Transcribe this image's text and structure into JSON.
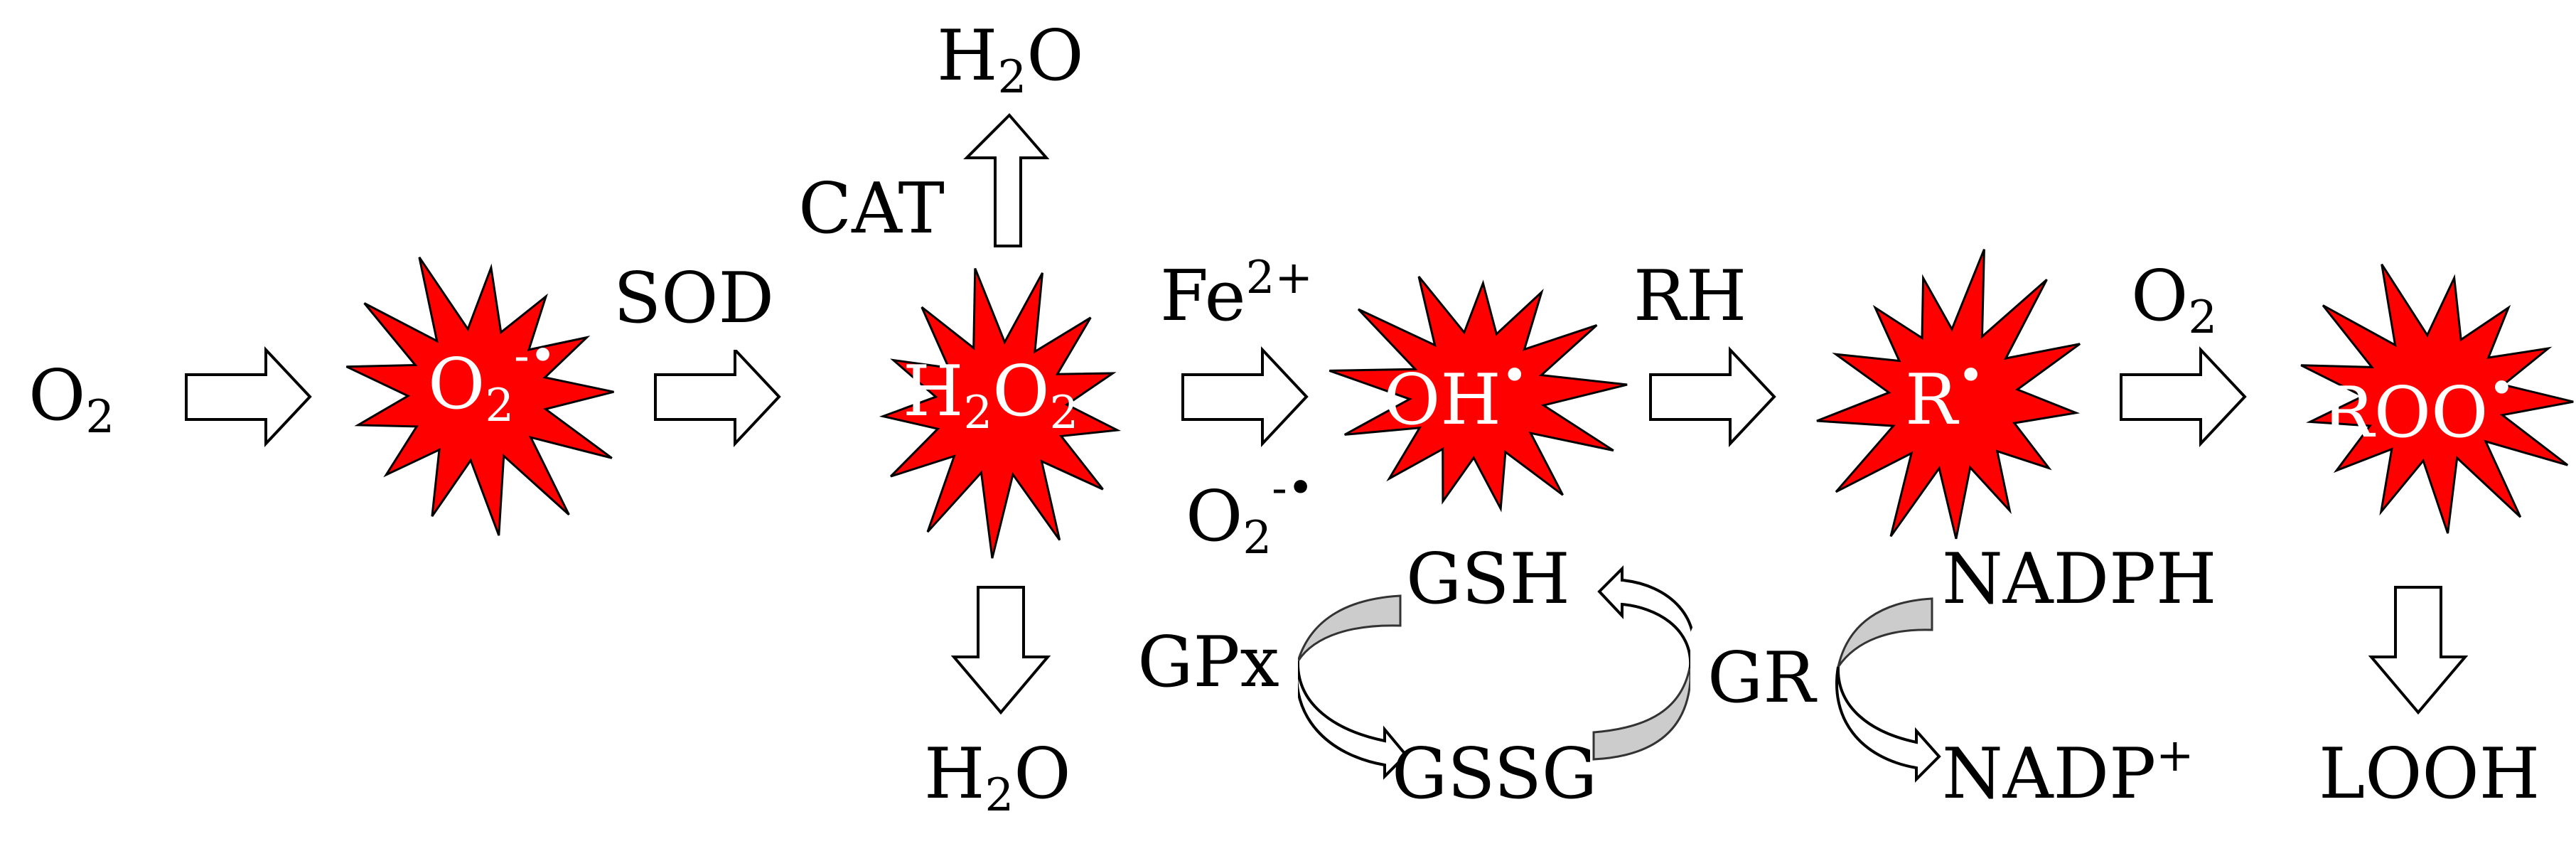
{
  "colors": {
    "radical_fill": "#ff0000",
    "enzyme_border": "#e8141b",
    "cycle_gray": "#cccccc",
    "text": "#000000",
    "text_on_radical": "#ffffff"
  },
  "species": {
    "o2_start": {
      "main": "O",
      "sub": "2"
    },
    "superoxide": {
      "main": "O",
      "sub": "2",
      "sup": "-•"
    },
    "h2o2": {
      "a": "H",
      "sub1": "2",
      "b": "O",
      "sub2": "2"
    },
    "hydroxyl": {
      "main": "OH",
      "sup": "•"
    },
    "alkyl": {
      "main": "R",
      "sup": "•"
    },
    "peroxyl": {
      "main": "ROO",
      "sup": "•"
    }
  },
  "reagents": {
    "fe": {
      "main": "Fe",
      "sup": "2+"
    },
    "o2_radical": {
      "main": "O",
      "sub": "2",
      "sup": "-•"
    },
    "rh": "RH",
    "o2_top": {
      "main": "O",
      "sub": "2"
    }
  },
  "products": {
    "water_top": {
      "a": "H",
      "sub": "2",
      "b": "O"
    },
    "water_bottom": {
      "a": "H",
      "sub": "2",
      "b": "O"
    },
    "looh": "LOOH"
  },
  "enzymes": {
    "sod": "SOD",
    "cat": "CAT",
    "gpx": "GPx",
    "gr": "GR"
  },
  "glutathione_cycle": {
    "gsh": "GSH",
    "gssg": "GSSG",
    "nadph": "NADPH",
    "nadp": {
      "main": "NADP",
      "sup": "+"
    }
  }
}
